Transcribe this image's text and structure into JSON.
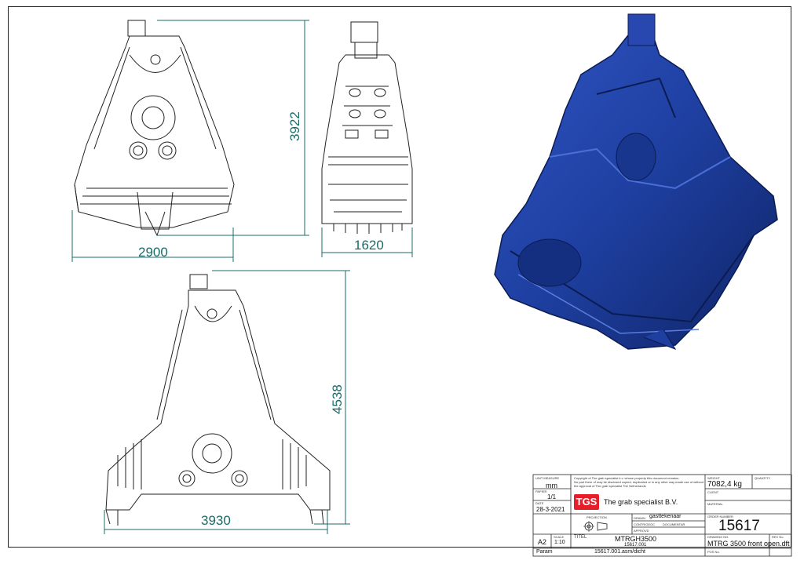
{
  "dimensions": {
    "top_left_width": "2900",
    "top_left_height": "3922",
    "top_side_width": "1620",
    "bottom_width": "3930",
    "bottom_height": "4538"
  },
  "title_block": {
    "unit_label": "UNIT MEASURE",
    "unit_value": "mm",
    "paper_label": "PAPIER",
    "paper_value": "1/1",
    "date_label": "DATE",
    "date_value": "28-3-2021",
    "format_value": "A2",
    "scale_label": "SCALE",
    "scale_value": "1:10",
    "copyright_lines": [
      "Copyright of The grab specialist b.v. whose property this document remains.",
      "No part there of may be disclosed copied, duplicated or in any other way made use of without",
      "the approval of The grab specialist The Netherlands"
    ],
    "company_logo": "TGS",
    "company_name": "The grab specialist B.V.",
    "projection_label": "PROJECTION",
    "drawn_label": "DRAWN",
    "drawn_value": "gasttekenaar",
    "checked_label": "CONTR/GEOC",
    "checked_value": "DOCUMENTAR",
    "approved_label": "APPROVD",
    "titel_label": "TITEL",
    "titel_value": "MTRGH3500",
    "titel_sub": "15617.001",
    "param_label": "Param",
    "param_value": "15617.001.asm/dicht",
    "weight_label": "WEIGHT",
    "weight_value": "7082,4 kg",
    "quantity_label": "QUANTITY",
    "client_label": "CLIENT",
    "material_label": "MATERIAL",
    "order_label": "ORDER NUMBER",
    "order_value": "15617",
    "drawing_label": "DRAWING NO.",
    "drawing_value": "MTRG 3500 front open.dft",
    "rev_label": "REV No.",
    "pos_label": "POS No."
  },
  "colors": {
    "line": "#222222",
    "dim": "#1a6b67",
    "render_blue": "#1e3fa0",
    "logo_red": "#e61e2a"
  }
}
